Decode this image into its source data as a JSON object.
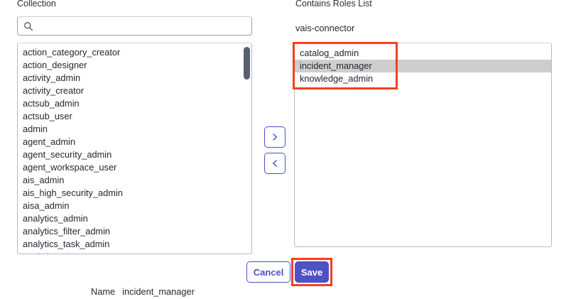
{
  "left_panel": {
    "label": "Collection",
    "search": {
      "value": "",
      "placeholder": "",
      "icon": "search-icon"
    },
    "items": [
      "action_category_creator",
      "action_designer",
      "activity_admin",
      "activity_creator",
      "actsub_admin",
      "actsub_user",
      "admin",
      "agent_admin",
      "agent_security_admin",
      "agent_workspace_user",
      "ais_admin",
      "ais_high_security_admin",
      "aisa_admin",
      "analytics_admin",
      "analytics_filter_admin",
      "analytics_task_admin",
      "analytics_viewer"
    ],
    "scrollbar": {
      "visible": true,
      "thumb_position_percent": 2
    }
  },
  "transfer_controls": {
    "add": {
      "label": ">",
      "icon": "chevron-right-icon"
    },
    "remove": {
      "label": "<",
      "icon": "chevron-left-icon"
    }
  },
  "right_panel": {
    "label": "Contains Roles List",
    "connector_name": "vais-connector",
    "items": [
      {
        "label": "catalog_admin",
        "selected": false
      },
      {
        "label": "incident_manager",
        "selected": true
      },
      {
        "label": "knowledge_admin",
        "selected": false
      }
    ]
  },
  "footer": {
    "cancel_label": "Cancel",
    "save_label": "Save"
  },
  "name_row": {
    "label": "Name",
    "value": "incident_manager"
  },
  "annotations": [
    {
      "name": "roles-list-highlight",
      "color": "#f4401f"
    },
    {
      "name": "save-button-highlight",
      "color": "#f4401f"
    }
  ],
  "colors": {
    "accent": "#4b50c4",
    "save_fill": "#4f52c4",
    "selected_row": "#cecece",
    "annotation": "#f4401f",
    "scroll_thumb": "#5a5f70"
  }
}
